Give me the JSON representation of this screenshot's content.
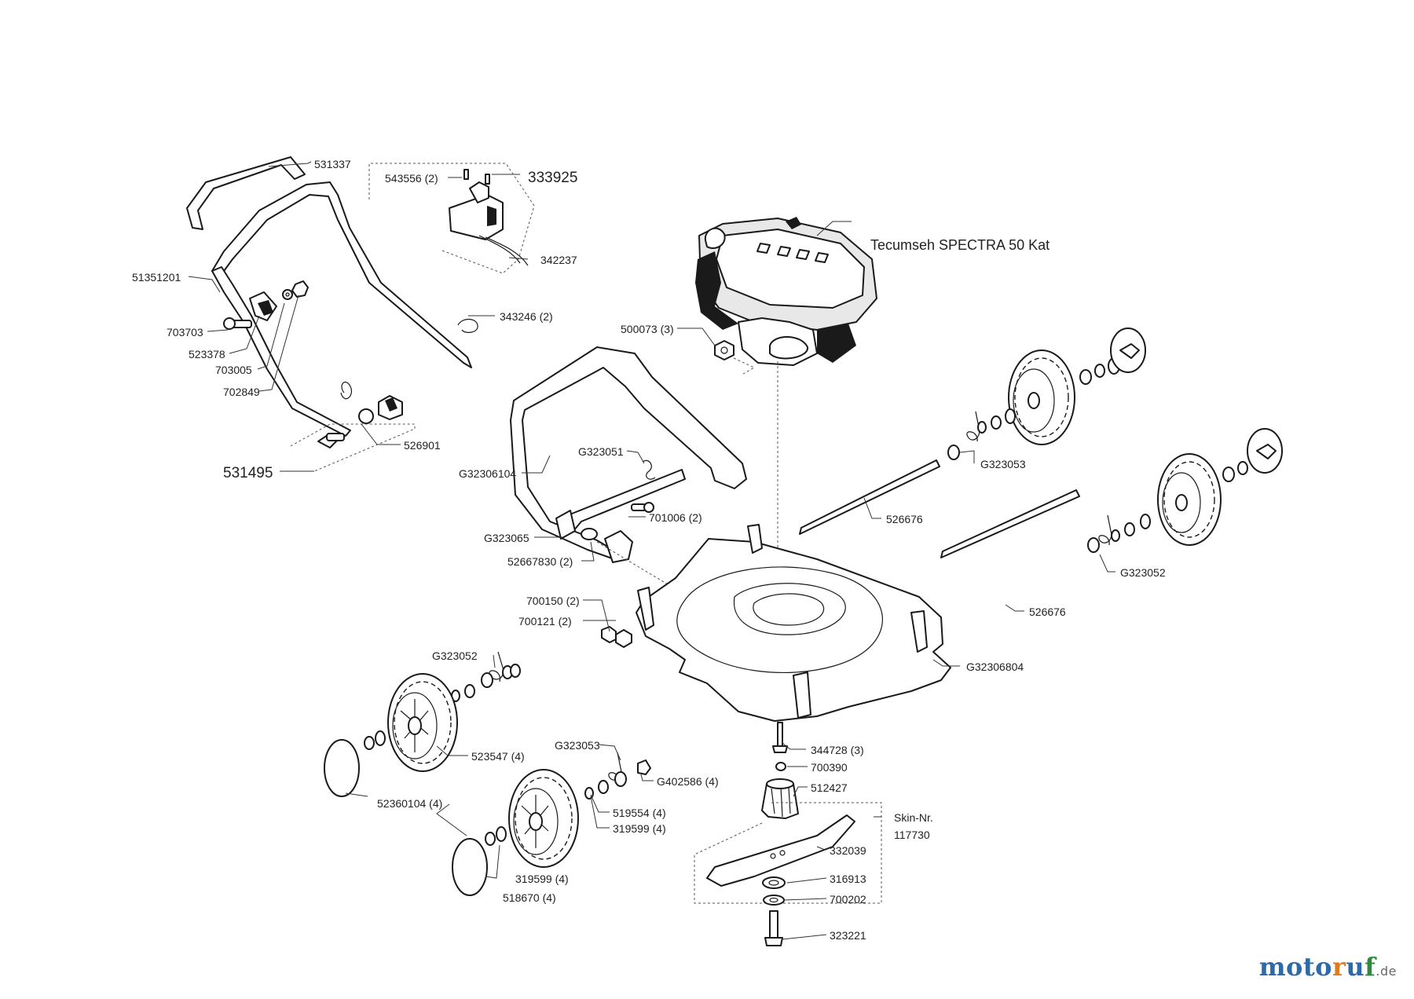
{
  "diagram": {
    "engine_label": "Tecumseh SPECTRA 50 Kat",
    "labels": [
      {
        "id": "lbl-531337",
        "text": "531337"
      },
      {
        "id": "lbl-543556",
        "text": "543556 (2)"
      },
      {
        "id": "lbl-333925",
        "text": "333925"
      },
      {
        "id": "lbl-342237",
        "text": "342237"
      },
      {
        "id": "lbl-51351201",
        "text": "51351201"
      },
      {
        "id": "lbl-343246",
        "text": "343246 (2)"
      },
      {
        "id": "lbl-703703",
        "text": "703703"
      },
      {
        "id": "lbl-523378",
        "text": "523378"
      },
      {
        "id": "lbl-703005",
        "text": "703005"
      },
      {
        "id": "lbl-702849",
        "text": "702849"
      },
      {
        "id": "lbl-526901",
        "text": "526901"
      },
      {
        "id": "lbl-531495",
        "text": "531495"
      },
      {
        "id": "lbl-500073",
        "text": "500073 (3)"
      },
      {
        "id": "lbl-G323051",
        "text": "G323051"
      },
      {
        "id": "lbl-G32306104",
        "text": "G32306104"
      },
      {
        "id": "lbl-701006",
        "text": "701006 (2)"
      },
      {
        "id": "lbl-G323065",
        "text": "G323065"
      },
      {
        "id": "lbl-52667830",
        "text": "52667830 (2)"
      },
      {
        "id": "lbl-G323053-r",
        "text": "G323053"
      },
      {
        "id": "lbl-526676-a",
        "text": "526676"
      },
      {
        "id": "lbl-G323052-r",
        "text": "G323052"
      },
      {
        "id": "lbl-526676-b",
        "text": "526676"
      },
      {
        "id": "lbl-700150",
        "text": "700150 (2)"
      },
      {
        "id": "lbl-700121",
        "text": "700121 (2)"
      },
      {
        "id": "lbl-G32306804",
        "text": "G32306804"
      },
      {
        "id": "lbl-G323052-l",
        "text": "G323052"
      },
      {
        "id": "lbl-523547",
        "text": "523547 (4)"
      },
      {
        "id": "lbl-G323053-l",
        "text": "G323053"
      },
      {
        "id": "lbl-G402586",
        "text": "G402586 (4)"
      },
      {
        "id": "lbl-344728",
        "text": "344728 (3)"
      },
      {
        "id": "lbl-700390",
        "text": "700390"
      },
      {
        "id": "lbl-512427",
        "text": "512427"
      },
      {
        "id": "lbl-52360104",
        "text": "52360104 (4)"
      },
      {
        "id": "lbl-519554",
        "text": "519554 (4)"
      },
      {
        "id": "lbl-319599-a",
        "text": "319599 (4)"
      },
      {
        "id": "lbl-skin",
        "text": "Skin-Nr."
      },
      {
        "id": "lbl-117730",
        "text": "117730"
      },
      {
        "id": "lbl-332039",
        "text": "332039"
      },
      {
        "id": "lbl-319599-b",
        "text": "319599 (4)"
      },
      {
        "id": "lbl-316913",
        "text": "316913"
      },
      {
        "id": "lbl-518670",
        "text": "518670 (4)"
      },
      {
        "id": "lbl-700202",
        "text": "700202"
      },
      {
        "id": "lbl-323221",
        "text": "323221"
      }
    ]
  },
  "logo": {
    "main": "moto",
    "r": "r",
    "uf": "u",
    "f": "f",
    "tld": ".de"
  },
  "colors": {
    "logo_blue": "#2f6aa8",
    "logo_orange": "#e07b1f",
    "logo_green": "#2e8b3c"
  }
}
